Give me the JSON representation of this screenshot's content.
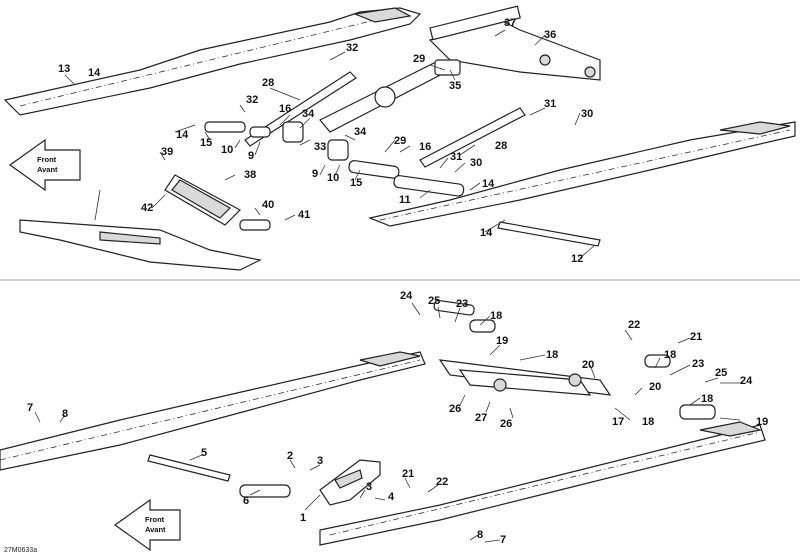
{
  "figure_code": "27M0633a",
  "direction_arrow": {
    "line1": "Front",
    "line2": "Avant"
  },
  "top_section": {
    "callouts": [
      "37",
      "36",
      "32",
      "13",
      "14",
      "29",
      "28",
      "35",
      "32",
      "16",
      "34",
      "31",
      "30",
      "14",
      "15",
      "10",
      "9",
      "34",
      "33",
      "29",
      "16",
      "28",
      "39",
      "38",
      "9",
      "10",
      "15",
      "31",
      "30",
      "14",
      "11",
      "42",
      "40",
      "41",
      "14",
      "12"
    ]
  },
  "bottom_section": {
    "callouts": [
      "24",
      "25",
      "23",
      "18",
      "22",
      "21",
      "19",
      "18",
      "20",
      "18",
      "23",
      "25",
      "24",
      "26",
      "27",
      "26",
      "20",
      "18",
      "17",
      "18",
      "19",
      "7",
      "8",
      "5",
      "2",
      "3",
      "3",
      "4",
      "21",
      "22",
      "6",
      "1",
      "8",
      "7"
    ]
  }
}
